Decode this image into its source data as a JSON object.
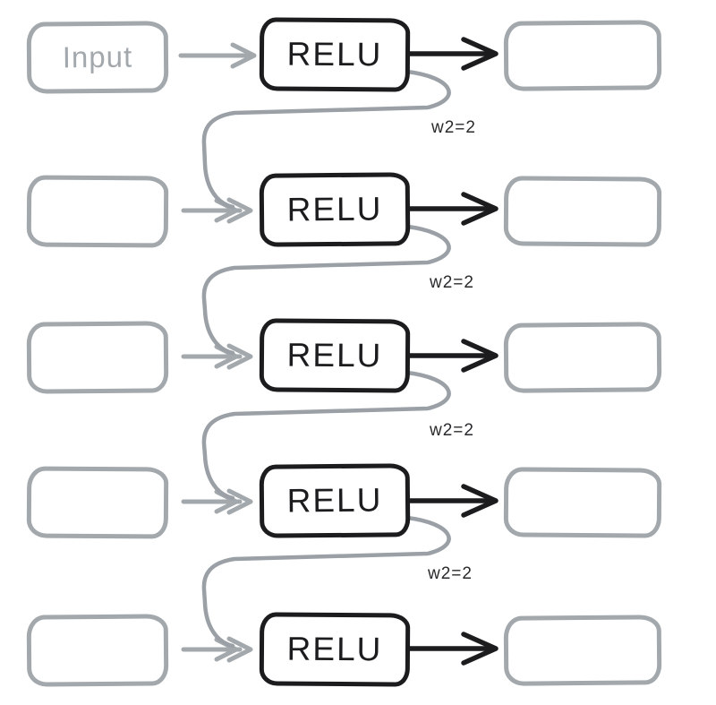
{
  "rows": [
    {
      "left_label": "Input",
      "node_label": "RELU"
    },
    {
      "left_label": "",
      "node_label": "RELU"
    },
    {
      "left_label": "",
      "node_label": "RELU"
    },
    {
      "left_label": "",
      "node_label": "RELU"
    },
    {
      "left_label": "",
      "node_label": "RELU"
    }
  ],
  "connectors": [
    {
      "label": "w2=2"
    },
    {
      "label": "w2=2"
    },
    {
      "label": "w2=2"
    },
    {
      "label": "w2=2"
    }
  ],
  "colors": {
    "gray": "#a3a8ad",
    "ink": "#1c1c1e"
  }
}
